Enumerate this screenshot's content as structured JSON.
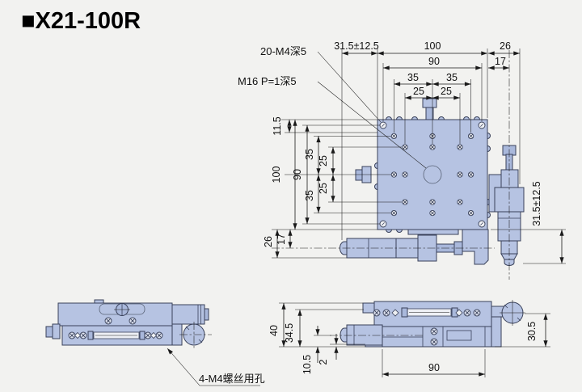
{
  "title": "■X21-100R",
  "callouts": {
    "plate_holes": "20-M4深5",
    "center_thread": "M16 P=1深5",
    "base_holes": "4-M4螺丝用孔"
  },
  "plan_dims": {
    "travel_h": "31.5±12.5",
    "width": "100",
    "right_offset": "26",
    "hole_span_w": "90",
    "right_cl": "17",
    "w35l": "35",
    "w35r": "35",
    "w25l": "25",
    "w25r": "25",
    "top_offset": "11.5",
    "height": "100",
    "hole_span_h": "90",
    "h35t": "35",
    "h35b": "35",
    "h25t": "25",
    "h25b": "25",
    "bottom_offset": "26",
    "bottom_cl": "17",
    "travel_v": "31.5±12.5"
  },
  "front_dims": {
    "height": "40",
    "inner_height": "34.5",
    "cl_height": "10.5",
    "lip": "2",
    "base_width": "90",
    "knob_height": "30.5"
  }
}
